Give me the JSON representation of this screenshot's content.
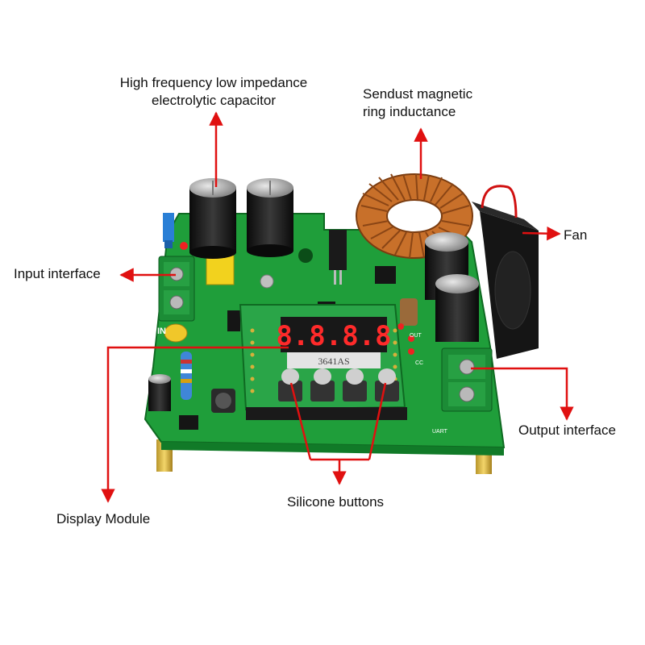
{
  "labels": {
    "capacitor_line1": "High frequency low impedance",
    "capacitor_line2": "electrolytic capacitor",
    "inductance_line1": "Sendust magnetic",
    "inductance_line2": "ring inductance",
    "fan": "Fan",
    "input_interface": "Input interface",
    "output_interface": "Output interface",
    "display_module": "Display Module",
    "silicone_buttons": "Silicone buttons"
  },
  "board": {
    "display_digits": "8.8.8.8",
    "display_part_number": "3641AS",
    "silk_in": "IN",
    "silk_out": "OUT",
    "silk_cc": "CC",
    "silk_uart": "UART"
  },
  "colors": {
    "pcb": "#1f9e3a",
    "pcb_dark": "#117a28",
    "arrow": "#e01010",
    "copper": "#c8702a"
  }
}
